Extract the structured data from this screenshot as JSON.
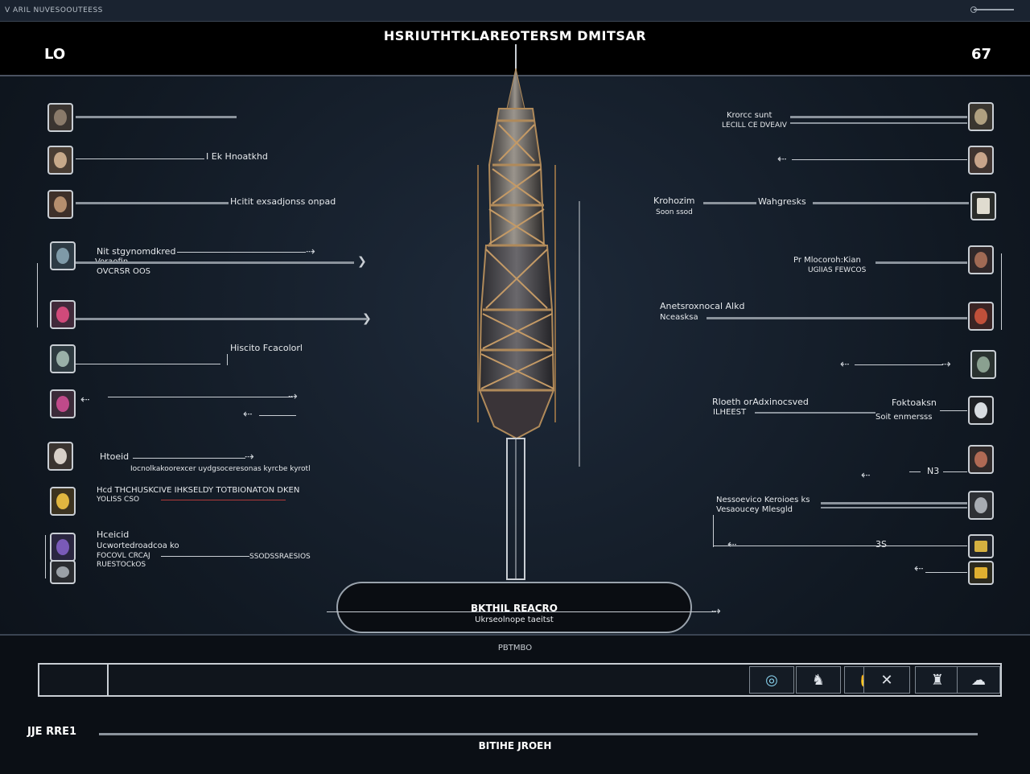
{
  "window": {
    "title": "V ARIL NUVESOOUTEESS"
  },
  "header": {
    "title": "HSRIUTHTKLAREOTERSM DMITSAR",
    "level": "LO",
    "score": "67"
  },
  "left_panel": [
    {
      "label": "",
      "icon": "warrior-portrait-icon"
    },
    {
      "label": "I Ek Hnoatkhd",
      "icon": "elder-portrait-icon"
    },
    {
      "label": "Hcitit exsadjonss onpad",
      "icon": "rogue-portrait-icon"
    },
    {
      "label": "Nit stgynomdkred",
      "sub1": "Voraofin",
      "sub2": "OVCRSR OOS",
      "icon": "knight-portrait-icon"
    },
    {
      "label": "",
      "icon": "mage-portrait-icon"
    },
    {
      "label": "Hiscito Fcacolorl",
      "icon": "scout-portrait-icon"
    },
    {
      "label": "",
      "icon": "assassin-portrait-icon"
    },
    {
      "label": "Htoeid",
      "sub1": "Iocnolkakoorexcer uydgsoceresonas kyrcbe kyrotl",
      "icon": "beast-portrait-icon"
    },
    {
      "label": "Hcd THCHUSKCIVE IHKSELDY TOTBIONATON DKEN",
      "sub1": "YOLISS CSO",
      "icon": "paladin-portrait-icon"
    },
    {
      "label": "Hceicid",
      "sub1": "Ucwortedroadcoa ko",
      "sub2": "FOCOVL CRCAJ",
      "sub3": "RUESTOCkOS",
      "sub4": "SSODSSRAESIOS",
      "icon": "shaman-portrait-icon"
    }
  ],
  "right_panel": [
    {
      "label": "Krorcc sunt",
      "sub1": "LECILL CE DVEAIV",
      "icon": "helmet-portrait-icon"
    },
    {
      "label": "",
      "icon": "bard-portrait-icon"
    },
    {
      "label": "Krohozim",
      "sub1": "Soon ssod",
      "sub2": "Wahgresks",
      "icon": "golem-portrait-icon"
    },
    {
      "label": "Pr Mlocoroh:Kian",
      "sub1": "UGlIAS FEWCOS",
      "icon": "ninja-portrait-icon"
    },
    {
      "label": "Anetsroxnocal Alkd",
      "sub1": "Nceasksa",
      "icon": "demon-portrait-icon"
    },
    {
      "label": "",
      "icon": "druid-portrait-icon"
    },
    {
      "label": "Rloeth orAdxinocsved",
      "sub1": "ILHEEST",
      "sub2": "Foktoaksn",
      "sub3": "Soit enmersss",
      "icon": "wraith-portrait-icon"
    },
    {
      "label": "N3",
      "icon": "hooded-portrait-icon"
    },
    {
      "label": "Nessoevico Keroioes ks",
      "sub1": "Vesaoucey Mlesgld",
      "icon": "armored-portrait-icon"
    },
    {
      "label": "3S",
      "icon": "banner-portrait-icon"
    },
    {
      "label": "",
      "icon": "gold-crest-icon"
    }
  ],
  "pedestal": {
    "title": "BKTHIL REACRO",
    "subtitle": "Ukrseolnope taeitst"
  },
  "bottom": {
    "caption": "PBTMBO",
    "left_label": "JJE RRE1",
    "button": "BITIHE JROEH",
    "slots": [
      "goggles-icon",
      "figure-icon",
      "hand-icon",
      "cross-icon",
      "tower-icon",
      "cloud-icon"
    ]
  },
  "colors": {
    "background": "#111923",
    "header": "#000000",
    "accent": "#c9ced4",
    "tower_band": "#b08a5a"
  }
}
